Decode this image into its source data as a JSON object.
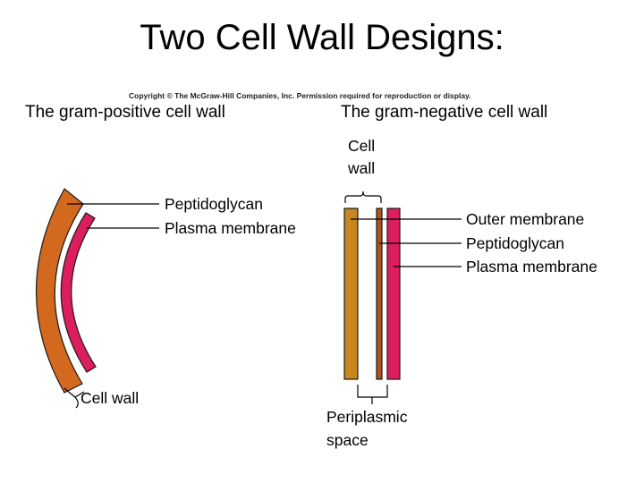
{
  "title": "Two Cell Wall Designs:",
  "copyright": "Copyright © The McGraw-Hill Companies, Inc.  Permission required for reproduction or display.",
  "gram_positive": {
    "title": "The gram-positive cell wall",
    "labels": {
      "peptidoglycan": "Peptidoglycan",
      "plasma_membrane": "Plasma membrane",
      "cell_wall": "Cell wall"
    }
  },
  "gram_negative": {
    "title": "The gram-negative cell wall",
    "labels": {
      "cell_wall_line1": "Cell",
      "cell_wall_line2": "wall",
      "outer_membrane": "Outer membrane",
      "peptidoglycan": "Peptidoglycan",
      "plasma_membrane": "Plasma membrane",
      "periplasmic_line1": "Periplasmic",
      "periplasmic_line2": "space"
    }
  },
  "colors": {
    "peptidoglycan_thick": "#D2691E",
    "outer_membrane": "#C8861E",
    "peptidoglycan_thin": "#B0531C",
    "plasma_membrane": "#DC1E5F"
  }
}
